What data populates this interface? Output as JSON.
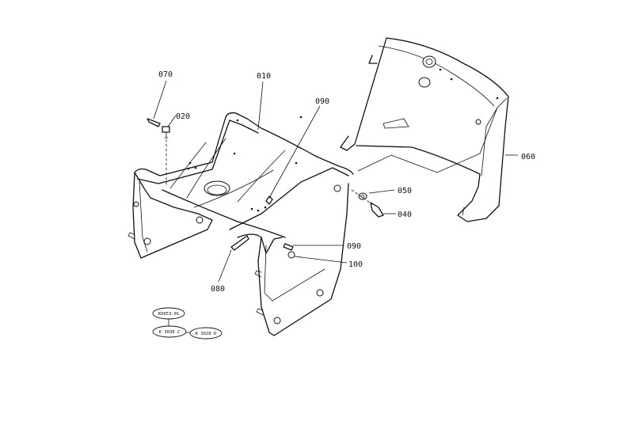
{
  "labels": {
    "p070": "070",
    "p020": "020",
    "p010": "010",
    "p090a": "090",
    "p050": "050",
    "p040": "040",
    "p060": "060",
    "p090b": "090",
    "p100": "100",
    "p080": "080"
  },
  "references": {
    "r1": "K0053-01",
    "r2": "K 3038 C",
    "r3": "K 3028 D"
  }
}
